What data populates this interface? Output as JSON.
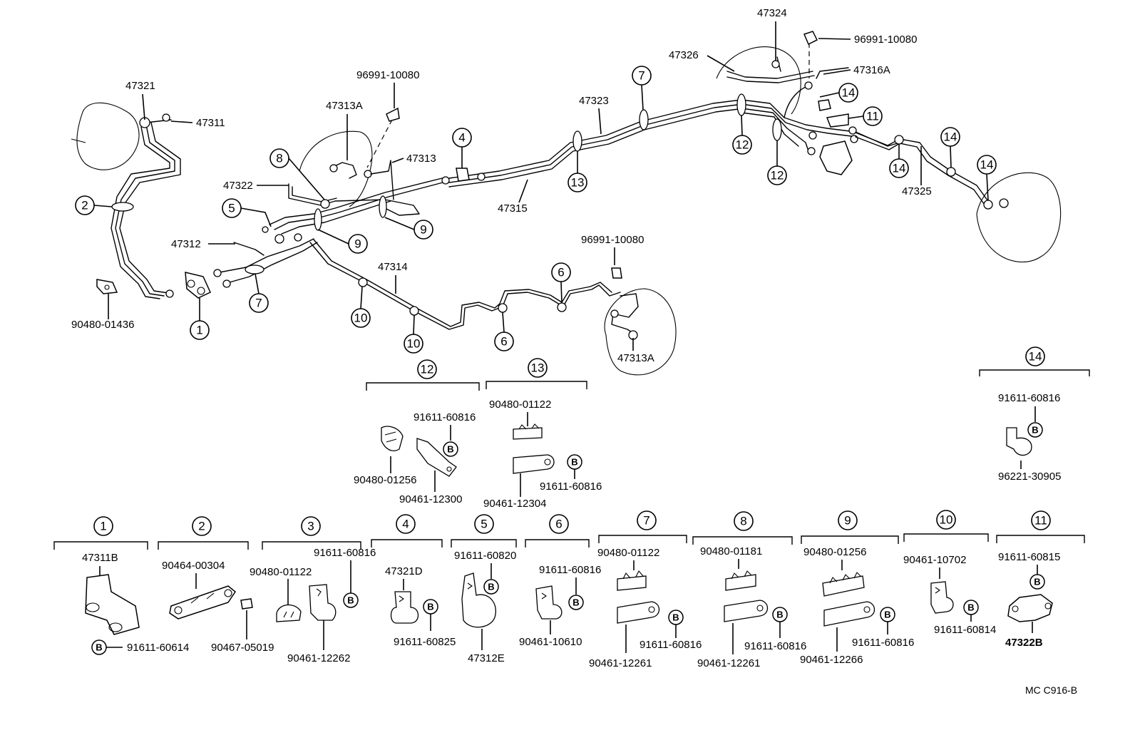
{
  "diagram_id": "MC C916-B",
  "bolt_symbol": "B",
  "upper_labels": {
    "p47321": "47321",
    "p47311": "47311",
    "p47313A_top": "47313A",
    "p96991_left": "96991-10080",
    "p47313": "47313",
    "p47322": "47322",
    "p47312": "47312",
    "p90480_01436": "90480-01436",
    "p47315": "47315",
    "p47323": "47323",
    "p47314": "47314",
    "p96991_mid": "96991-10080",
    "p47313A_bottom": "47313A",
    "p47324": "47324",
    "p96991_right": "96991-10080",
    "p47326": "47326",
    "p47316A": "47316A",
    "p47325": "47325"
  },
  "callouts": {
    "c1": "1",
    "c2": "2",
    "c4": "4",
    "c5": "5",
    "c6a": "6",
    "c6b": "6",
    "c7a": "7",
    "c7b": "7",
    "c8": "8",
    "c9a": "9",
    "c9b": "9",
    "c10a": "10",
    "c10b": "10",
    "c11": "11",
    "c12a": "12",
    "c12b": "12",
    "c13": "13",
    "c14a": "14",
    "c14b": "14",
    "c14c": "14",
    "c14d": "14"
  },
  "group12": {
    "number": "12",
    "parts": [
      "91611-60816",
      "90480-01256",
      "90461-12300"
    ]
  },
  "group13": {
    "number": "13",
    "parts": [
      "90480-01122",
      "91611-60816",
      "90461-12304"
    ]
  },
  "group14": {
    "number": "14",
    "parts": [
      "91611-60816",
      "96221-30905"
    ]
  },
  "groups": [
    {
      "number": "1",
      "parts": [
        "47311B",
        "91611-60614"
      ]
    },
    {
      "number": "2",
      "parts": [
        "90464-00304",
        "90467-05019"
      ]
    },
    {
      "number": "3",
      "parts": [
        "91611-60816",
        "90480-01122",
        "90461-12262"
      ]
    },
    {
      "number": "4",
      "parts": [
        "47321D",
        "91611-60825"
      ]
    },
    {
      "number": "5",
      "parts": [
        "91611-60820",
        "47312E"
      ]
    },
    {
      "number": "6",
      "parts": [
        "91611-60816",
        "90461-10610"
      ]
    },
    {
      "number": "7",
      "parts": [
        "90480-01122",
        "91611-60816",
        "90461-12261"
      ]
    },
    {
      "number": "8",
      "parts": [
        "90480-01181",
        "91611-60816",
        "90461-12261"
      ]
    },
    {
      "number": "9",
      "parts": [
        "90480-01256",
        "91611-60816",
        "90461-12266"
      ]
    },
    {
      "number": "10",
      "parts": [
        "90461-10702",
        "91611-60814"
      ]
    },
    {
      "number": "11",
      "parts": [
        "91611-60815",
        "47322B"
      ]
    }
  ]
}
